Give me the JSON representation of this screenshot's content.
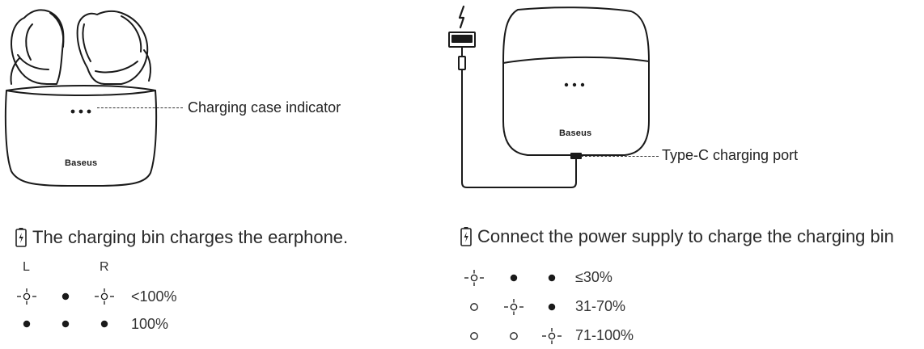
{
  "diagram_left": {
    "brand": "Baseus",
    "callout": "Charging case indicator"
  },
  "diagram_right": {
    "brand": "Baseus",
    "callout": "Type-C charging port"
  },
  "section_left": {
    "heading": "The charging bin charges the earphone.",
    "col_labels": {
      "left": "L",
      "right": "R"
    },
    "rows": [
      {
        "indicators": [
          "blink",
          "on",
          "blink"
        ],
        "label": "<100%"
      },
      {
        "indicators": [
          "on",
          "on",
          "on"
        ],
        "label": "100%"
      }
    ]
  },
  "section_right": {
    "heading": "Connect the power supply to charge the charging bin",
    "rows": [
      {
        "indicators": [
          "blink",
          "on",
          "on"
        ],
        "label": "≤30%"
      },
      {
        "indicators": [
          "off",
          "blink",
          "on"
        ],
        "label": "31-70%"
      },
      {
        "indicators": [
          "off",
          "off",
          "blink"
        ],
        "label": "71-100%"
      }
    ]
  }
}
